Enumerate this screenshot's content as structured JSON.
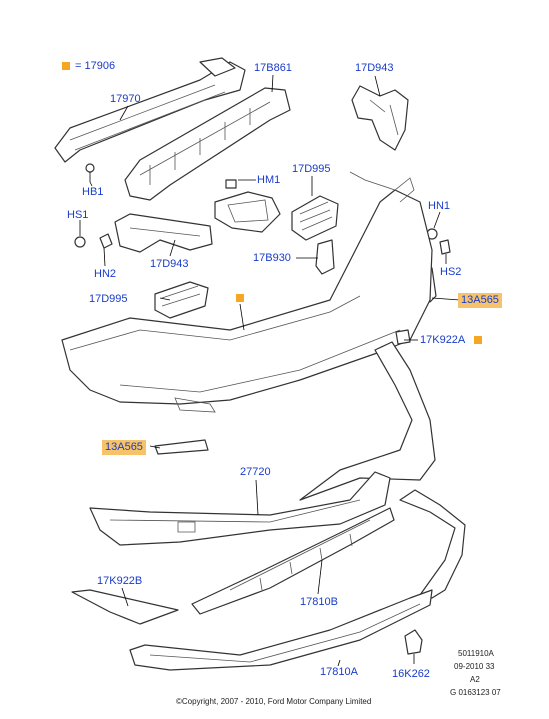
{
  "legend": {
    "symbol_color": "#f5a623",
    "text": "= 17906"
  },
  "labels": {
    "p17970": "17970",
    "p17B861": "17B861",
    "p17D943_top": "17D943",
    "pHB1": "HB1",
    "pHM1": "HM1",
    "p17D995_top": "17D995",
    "pHS1": "HS1",
    "pHN1": "HN1",
    "pHN2": "HN2",
    "p17D943_left": "17D943",
    "p17B930": "17B930",
    "pHS2": "HS2",
    "p17D995_left": "17D995",
    "p13A565_right": "13A565",
    "p17K922A": "17K922A",
    "p13A565_left": "13A565",
    "p27720": "27720",
    "p17K922B": "17K922B",
    "p17810B": "17810B",
    "p17810A": "17810A",
    "p16K262": "16K262"
  },
  "highlight_color": "#f6c36a",
  "label_color": "#1a3cc8",
  "ref_codes": [
    "5011910A",
    "09-2010 33",
    "A2",
    "G 0163123 07"
  ],
  "copyright": "©Copyright, 2007 - 2010, Ford Motor Company Limited"
}
